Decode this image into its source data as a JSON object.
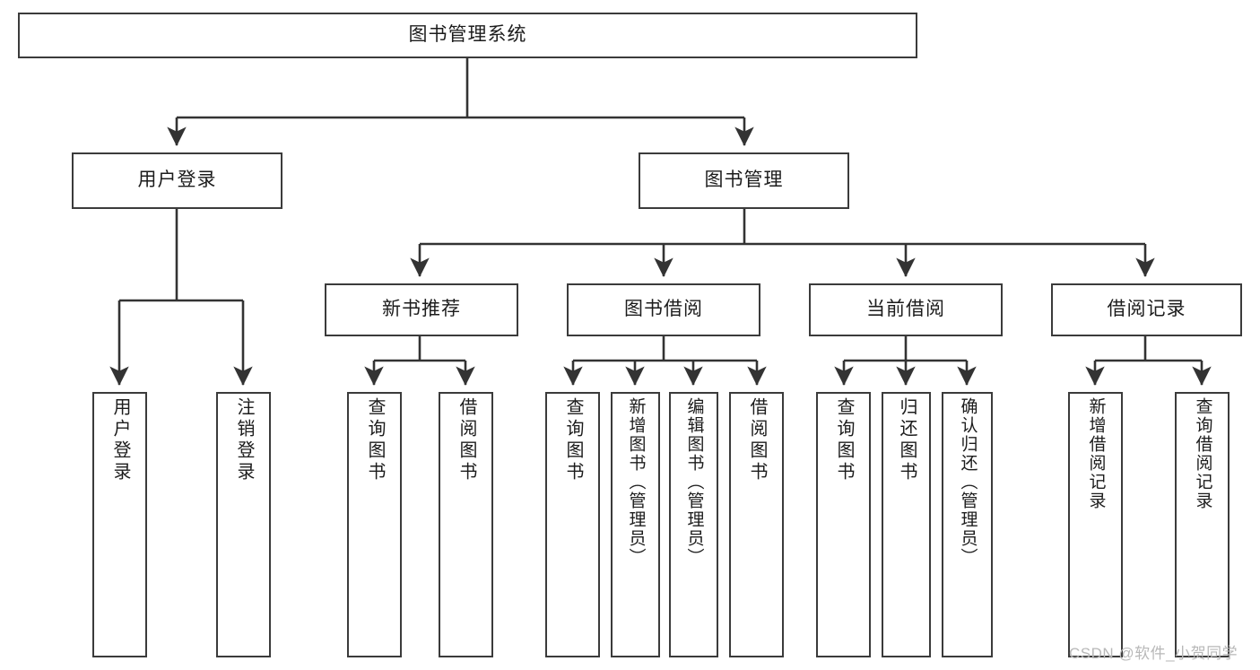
{
  "diagram": {
    "title": "图书管理系统",
    "type": "tree-hierarchy-chart",
    "colors": {
      "box_border": "#3b3b3b",
      "box_fill": "#ffffff",
      "edge": "#333333",
      "text": "#1c1c1c",
      "watermark": "#b8b8b8",
      "background": "#ffffff"
    },
    "root": {
      "label": "图书管理系统"
    },
    "level2": [
      {
        "label": "用户登录"
      },
      {
        "label": "图书管理"
      }
    ],
    "level3": [
      {
        "label": "新书推荐"
      },
      {
        "label": "图书借阅"
      },
      {
        "label": "当前借阅"
      },
      {
        "label": "借阅记录"
      }
    ],
    "leaves": {
      "user_login": [
        {
          "label": "用户登录"
        },
        {
          "label": "注销登录"
        }
      ],
      "new_book_recommend": [
        {
          "label": "查询图书"
        },
        {
          "label": "借阅图书"
        }
      ],
      "book_borrow": [
        {
          "label": "查询图书"
        },
        {
          "label": "新增图书（管理员）"
        },
        {
          "label": "编辑图书（管理员）"
        },
        {
          "label": "借阅图书"
        }
      ],
      "current_borrow": [
        {
          "label": "查询图书"
        },
        {
          "label": "归还图书"
        },
        {
          "label": "确认归还（管理员）"
        }
      ],
      "borrow_record": [
        {
          "label": "新增借阅记录"
        },
        {
          "label": "查询借阅记录"
        }
      ]
    }
  },
  "watermark": {
    "text": "CSDN @软件_小贺同学"
  }
}
